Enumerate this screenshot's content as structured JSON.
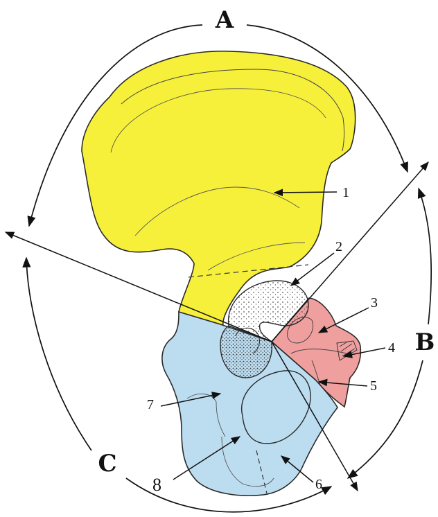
{
  "regions": {
    "A": "A",
    "B": "B",
    "C": "C"
  },
  "callouts": [
    "1",
    "2",
    "3",
    "4",
    "5",
    "6",
    "7",
    "8"
  ],
  "colors": {
    "ilium": "#f7f03a",
    "pubis": "#ef9f9e",
    "ischium": "#bcdcf0",
    "outline": "#2a2a2a",
    "background": "#ffffff"
  }
}
